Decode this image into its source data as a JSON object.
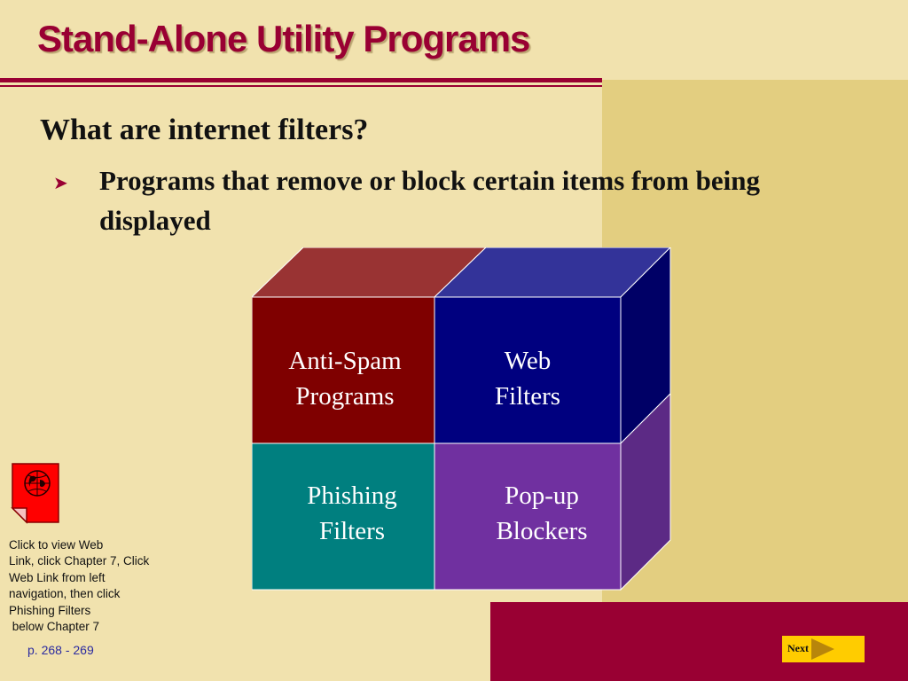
{
  "slide": {
    "title": "Stand-Alone Utility Programs",
    "question": "What are internet filters?",
    "bullet": "Programs that remove or block certain items from being displayed"
  },
  "diagram": {
    "cells": [
      {
        "id": "anti-spam",
        "label_line1": "Anti-Spam",
        "label_line2": "Programs",
        "color": "#7F0000"
      },
      {
        "id": "web-filters",
        "label_line1": "Web",
        "label_line2": "Filters",
        "color": "#00007F"
      },
      {
        "id": "phishing",
        "label_line1": "Phishing",
        "label_line2": "Filters",
        "color": "#007F7F"
      },
      {
        "id": "popup",
        "label_line1": "Pop-up",
        "label_line2": "Blockers",
        "color": "#7030A0"
      }
    ]
  },
  "weblink": {
    "text": "Click to view Web\nLink, click Chapter 7, Click\nWeb Link from left\nnavigation, then click\nPhishing Filters\n below Chapter 7",
    "icon": "globe-document-icon"
  },
  "page_ref": "p. 268 - 269",
  "nav": {
    "next_label": "Next"
  },
  "colors": {
    "accent": "#990033",
    "background": "#F1E2AE",
    "panel": "#E3CE80",
    "next_button": "#FFCC00"
  }
}
